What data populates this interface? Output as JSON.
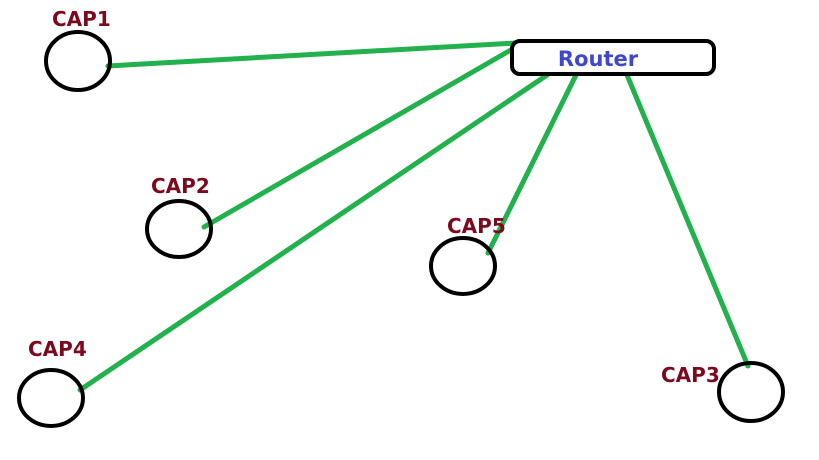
{
  "diagram": {
    "router": {
      "label": "Router"
    },
    "nodes": [
      {
        "id": "cap1",
        "label": "CAP1"
      },
      {
        "id": "cap2",
        "label": "CAP2"
      },
      {
        "id": "cap5",
        "label": "CAP5"
      },
      {
        "id": "cap4",
        "label": "CAP4"
      },
      {
        "id": "cap3",
        "label": "CAP3"
      }
    ],
    "connections": [
      {
        "from": "router",
        "to": "cap1"
      },
      {
        "from": "router",
        "to": "cap2"
      },
      {
        "from": "router",
        "to": "cap4"
      },
      {
        "from": "router",
        "to": "cap5"
      },
      {
        "from": "router",
        "to": "cap3"
      }
    ],
    "colors": {
      "node_label": "#7b0a1f",
      "router_label": "#3f48cc",
      "link": "#22b14c",
      "outline": "#000000"
    }
  }
}
